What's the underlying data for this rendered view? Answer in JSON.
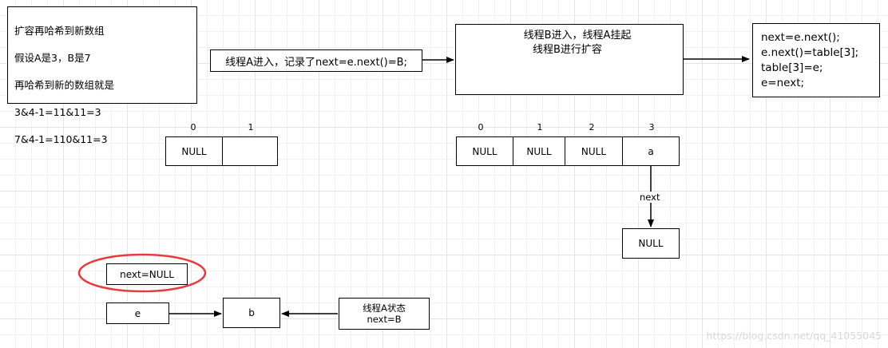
{
  "note_top_left": {
    "lines": [
      "扩容再哈希到新数组",
      "假设A是3，B是7",
      "再哈希到新的数组就是",
      "3&4-1=11&11=3",
      "7&4-1=110&11=3"
    ]
  },
  "thread_a_box": "线程A进入，记录了next=e.next()=B;",
  "thread_b_box": {
    "line1": "线程B进入，线程A挂起",
    "line2": "线程B进行扩容"
  },
  "code_box": {
    "lines": [
      "next=e.next();",
      "e.next()=table[3];",
      "table[3]=e;",
      "e=next;"
    ]
  },
  "old_array": {
    "indices": [
      "0",
      "1"
    ],
    "cells": [
      "NULL",
      ""
    ]
  },
  "new_array": {
    "indices": [
      "0",
      "1",
      "2",
      "3"
    ],
    "cells": [
      "NULL",
      "NULL",
      "NULL",
      "a"
    ]
  },
  "next_label": "next",
  "null_node": "NULL",
  "next_null_box": "next=NULL",
  "e_box": "e",
  "b_box": "b",
  "thread_a_state": {
    "line1": "线程A状态",
    "line2": "next=B"
  },
  "watermark": "https://blog.csdn.net/qq_41055045",
  "colors": {
    "highlight": "#e8393c",
    "stroke": "#000000"
  }
}
